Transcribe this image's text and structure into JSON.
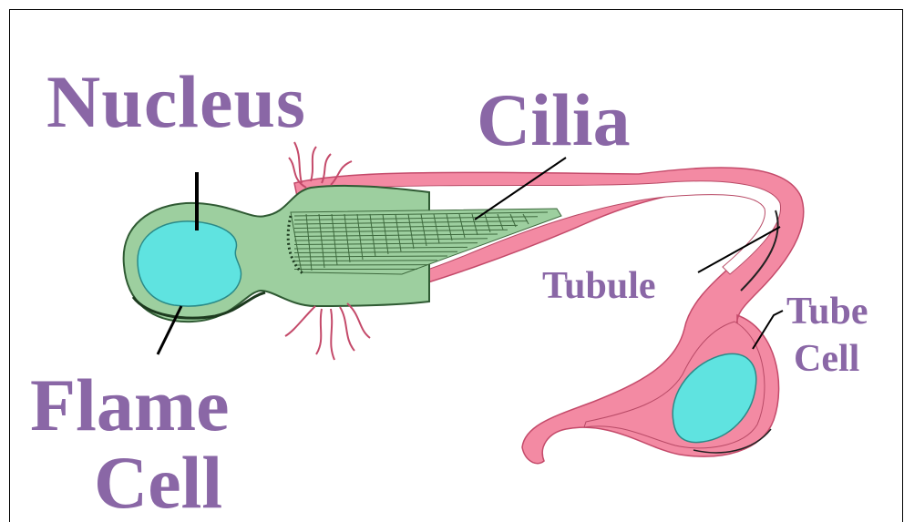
{
  "labels": {
    "nucleus": "Nucleus",
    "cilia": "Cilia",
    "flame": "Flame",
    "flame_cell": "Cell",
    "tubule": "Tubule",
    "tube": "Tube",
    "tube_cell": "Cell"
  },
  "colors": {
    "label": "#8a67a6",
    "flame_cell_body": "#9dcf9f",
    "nucleus": "#5fe3e0",
    "tubule": "#f38aa3",
    "tubule_inner": "#ffffff",
    "cilia_lines": "#3e6a3e",
    "outline": "#000000"
  }
}
